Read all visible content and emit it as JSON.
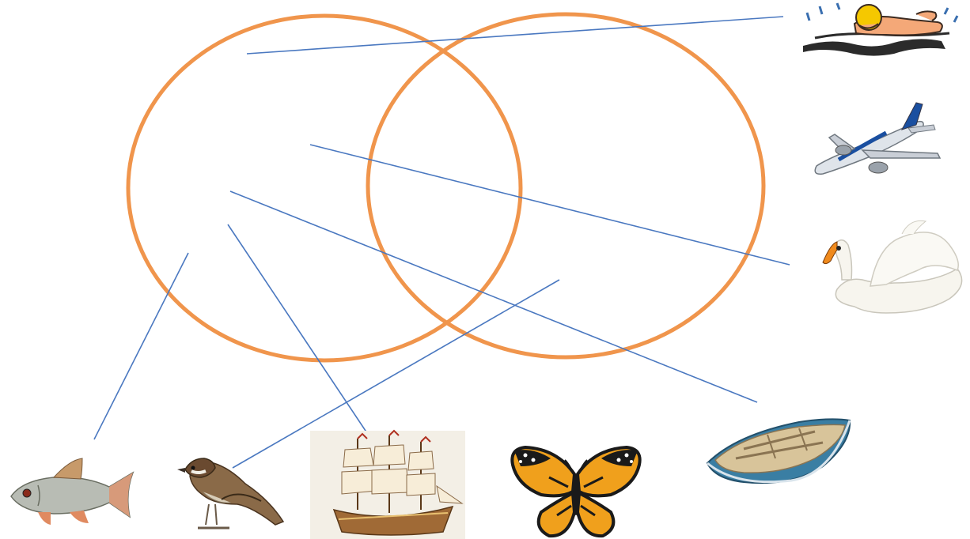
{
  "colors": {
    "circle_stroke": "#f0954c",
    "connector": "#4a78c0"
  },
  "venn": {
    "sets": [
      "left-circle",
      "right-circle"
    ]
  },
  "pictures": [
    {
      "id": "swimmer",
      "icon": "swimmer-icon"
    },
    {
      "id": "airplane",
      "icon": "airplane-icon"
    },
    {
      "id": "swan",
      "icon": "swan-icon"
    },
    {
      "id": "rowboat",
      "icon": "rowboat-icon"
    },
    {
      "id": "fish",
      "icon": "fish-icon"
    },
    {
      "id": "sparrow",
      "icon": "sparrow-icon"
    },
    {
      "id": "sailing-ship",
      "icon": "sailing-ship-icon"
    },
    {
      "id": "butterfly",
      "icon": "butterfly-icon"
    }
  ]
}
